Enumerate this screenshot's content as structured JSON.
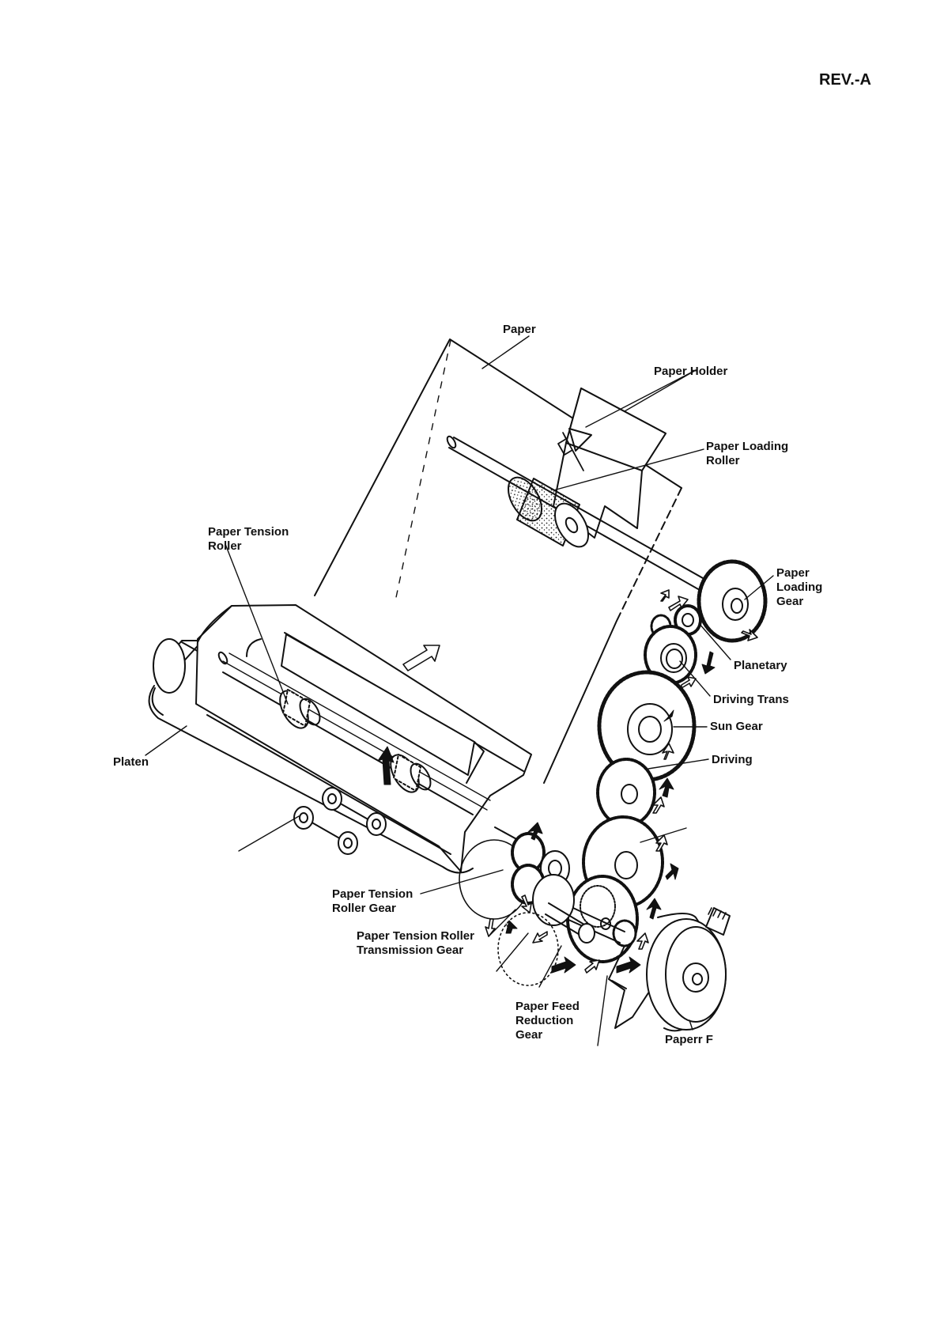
{
  "revision": "REV.-A",
  "labels": {
    "paper": "Paper",
    "paper_holder": "Paper Holder",
    "paper_loading_roller": [
      "Paper Loading",
      "Roller"
    ],
    "paper_tension_roller": [
      "Paper Tension",
      "Roller"
    ],
    "paper_loading_gear": [
      "Paper",
      "Loading",
      "Gear"
    ],
    "planetary": "Planetary",
    "driving_trans": "Driving Trans",
    "sun_gear": "Sun Gear",
    "driving": "Driving",
    "platen": "Platen",
    "paper_tension_roller_gear": [
      "Paper Tension",
      "Roller Gear"
    ],
    "paper_tension_roller_transmission_gear": [
      "Paper Tension Roller",
      "Transmission Gear"
    ],
    "paper_feed_reduction_gear": [
      "Paper Feed",
      "Reduction",
      "Gear"
    ],
    "paper_f": "Paperr F"
  },
  "colors": {
    "ink": "#111111",
    "background": "#ffffff"
  }
}
